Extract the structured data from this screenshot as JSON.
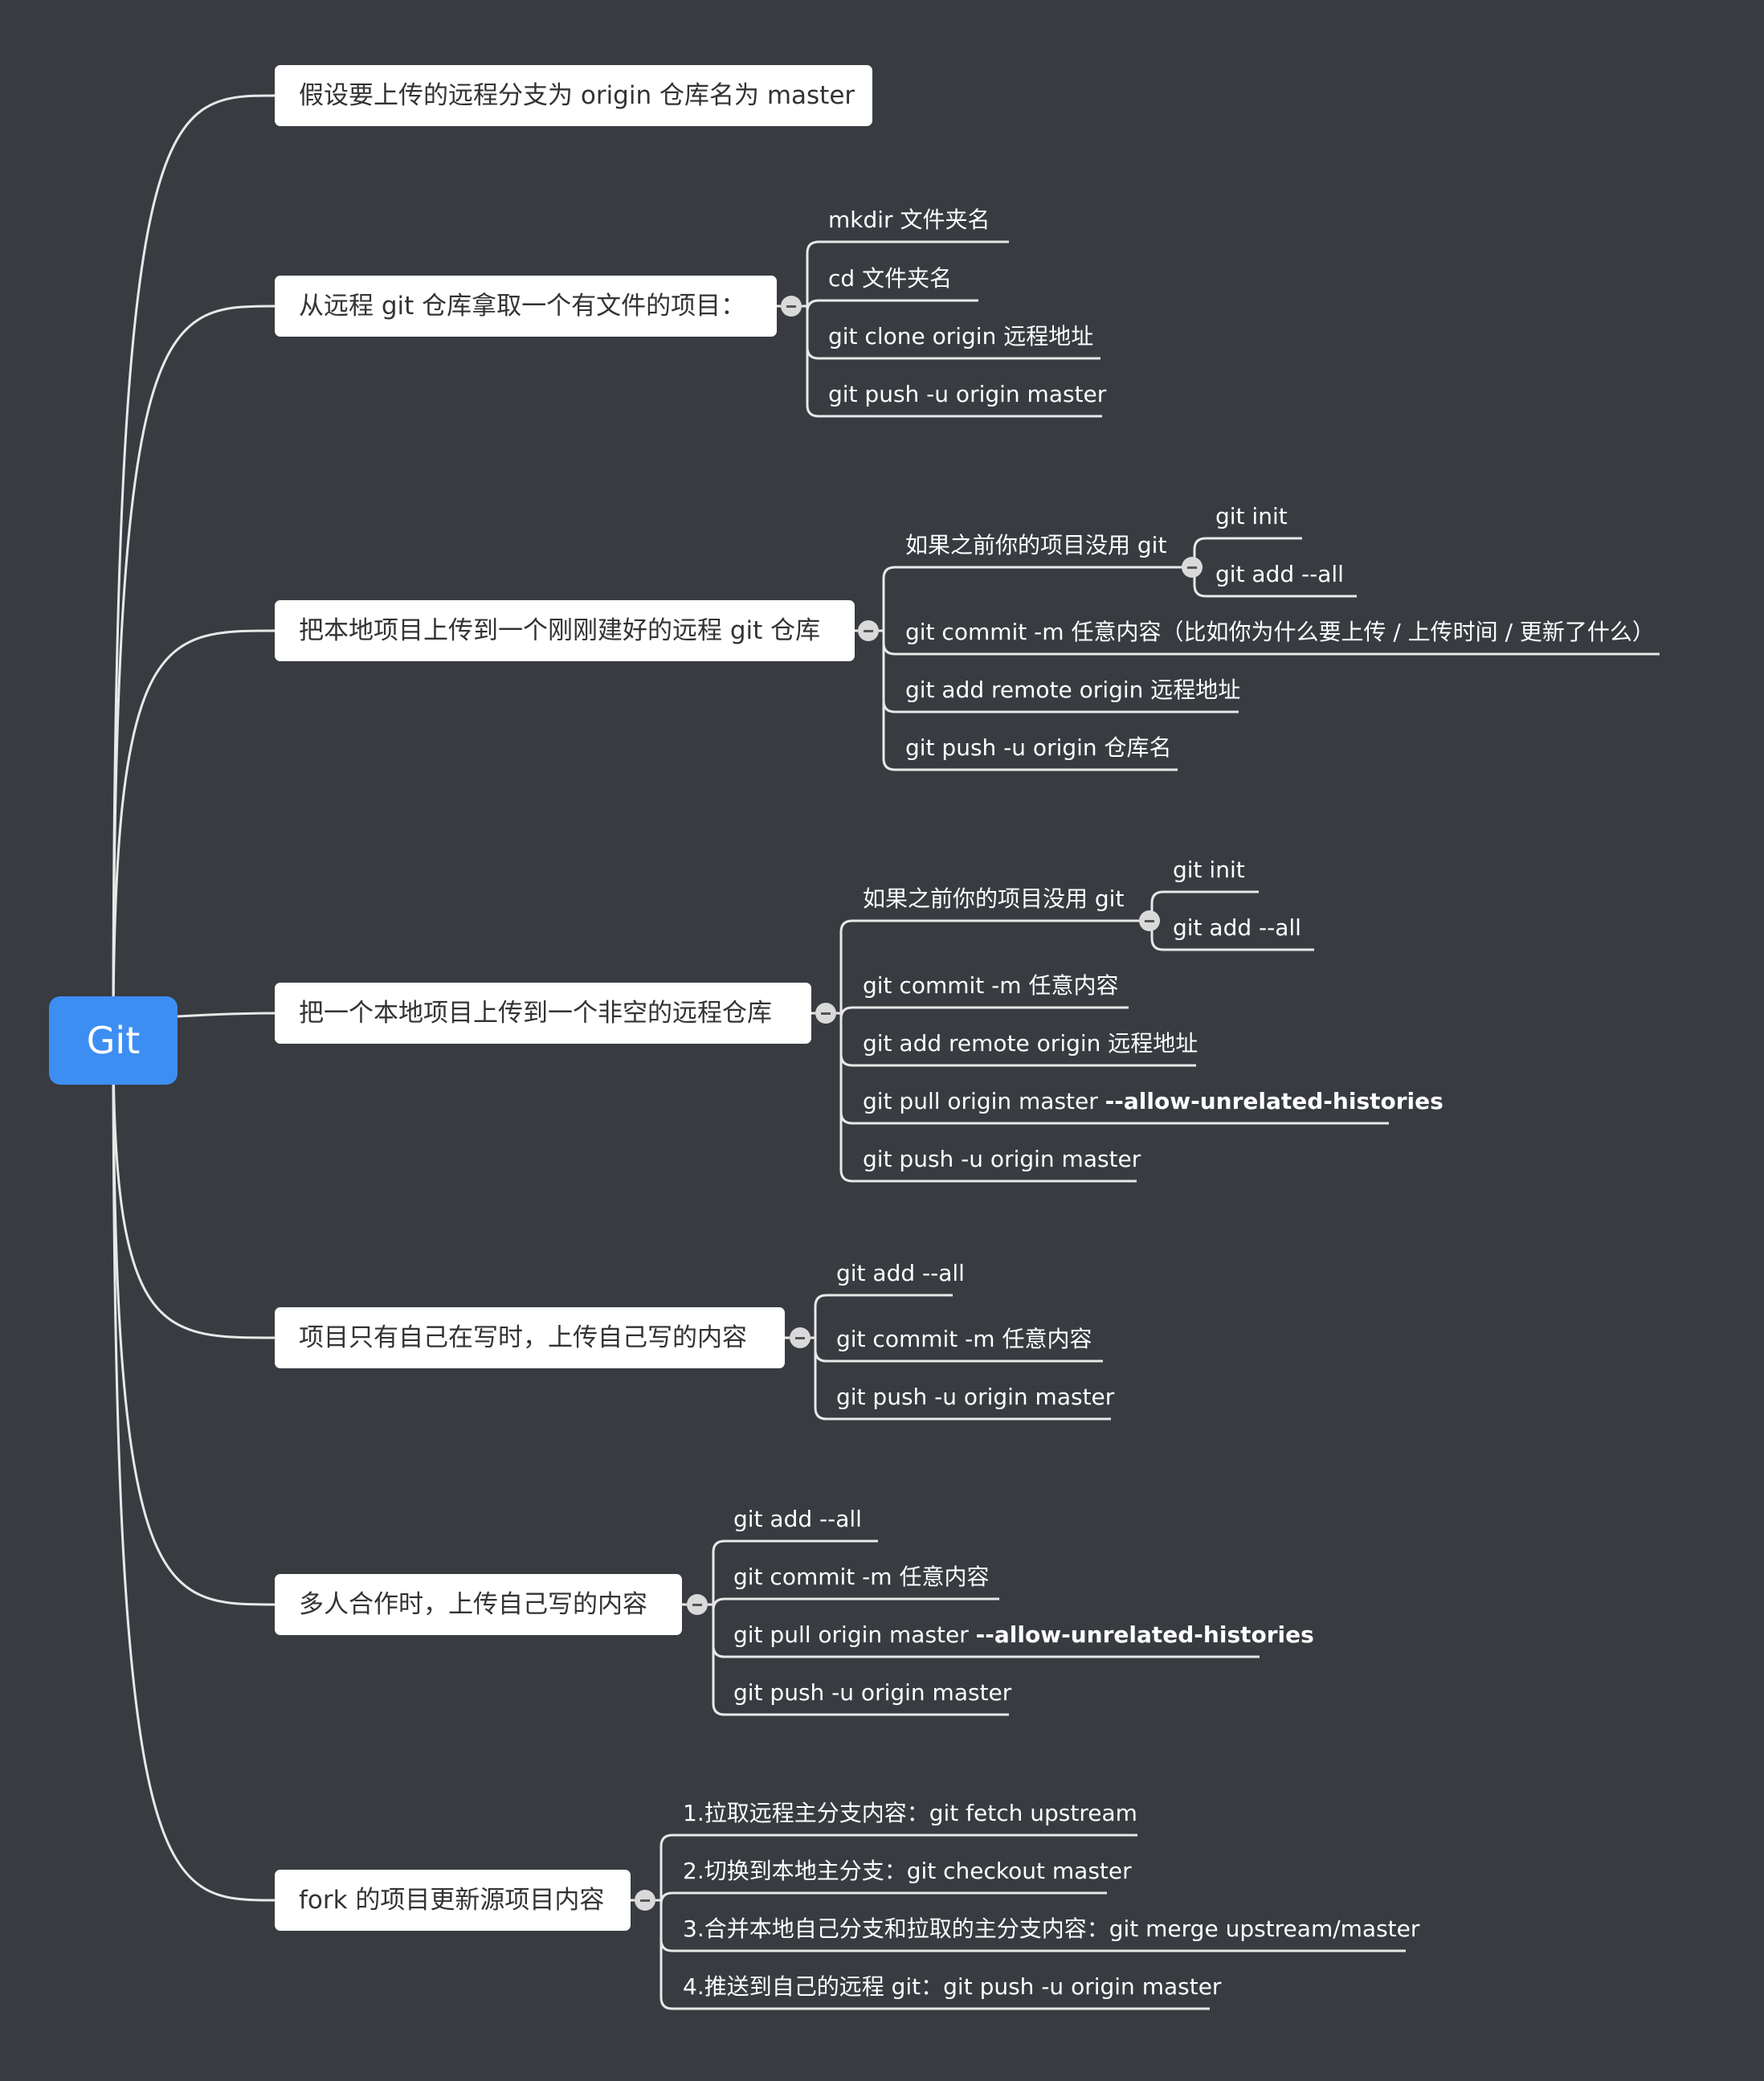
{
  "root": {
    "label": "Git"
  },
  "branches": [
    {
      "label": "假设要上传的远程分支为 origin 仓库名为 master",
      "children": []
    },
    {
      "label": "从远程 git 仓库拿取一个有文件的项目：",
      "children": [
        {
          "text": "mkdir 文件夹名"
        },
        {
          "text": "cd 文件夹名"
        },
        {
          "text": "git clone origin 远程地址"
        },
        {
          "text": "git push -u origin master"
        }
      ]
    },
    {
      "label": "把本地项目上传到一个刚刚建好的远程 git 仓库",
      "children": [
        {
          "text": "如果之前你的项目没用 git",
          "children": [
            {
              "text": "git init"
            },
            {
              "text": "git add --all"
            }
          ]
        },
        {
          "text": "git commit -m 任意内容（比如你为什么要上传 / 上传时间 / 更新了什么）"
        },
        {
          "text": "git add remote origin 远程地址"
        },
        {
          "text": "git push -u origin 仓库名"
        }
      ]
    },
    {
      "label": "把一个本地项目上传到一个非空的远程仓库",
      "children": [
        {
          "text": "如果之前你的项目没用 git",
          "children": [
            {
              "text": "git init"
            },
            {
              "text": "git add --all"
            }
          ]
        },
        {
          "text": "git commit -m 任意内容"
        },
        {
          "text": "git add remote origin 远程地址"
        },
        {
          "text": "git pull origin master ",
          "bold": "--allow-unrelated-histories"
        },
        {
          "text": "git push -u origin master"
        }
      ]
    },
    {
      "label": "项目只有自己在写时，上传自己写的内容",
      "children": [
        {
          "text": "git add --all"
        },
        {
          "text": "git commit -m 任意内容"
        },
        {
          "text": "git push -u origin master"
        }
      ]
    },
    {
      "label": "多人合作时，上传自己写的内容",
      "children": [
        {
          "text": "git add --all"
        },
        {
          "text": "git commit -m 任意内容"
        },
        {
          "text": "git pull origin master ",
          "bold": "--allow-unrelated-histories"
        },
        {
          "text": "git push -u origin master"
        }
      ]
    },
    {
      "label": "fork 的项目更新源项目内容",
      "children": [
        {
          "text": "1.拉取远程主分支内容：git fetch upstream"
        },
        {
          "text": "2.切换到本地主分支：git checkout master"
        },
        {
          "text": "3.合并本地自己分支和拉取的主分支内容：git merge upstream/master"
        },
        {
          "text": "4.推送到自己的远程 git：git push -u origin master"
        }
      ]
    }
  ]
}
